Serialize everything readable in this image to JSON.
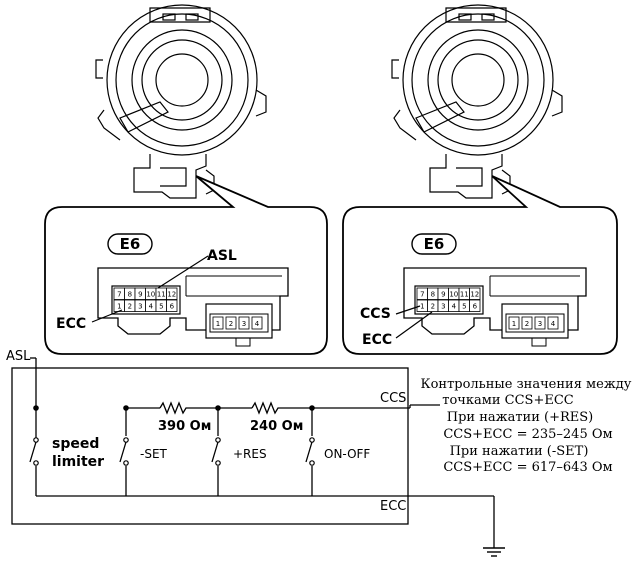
{
  "connector_labels": {
    "left": {
      "tag": "E6",
      "asl": "ASL",
      "ecc": "ECC"
    },
    "right": {
      "tag": "E6",
      "ccs": "CCS",
      "ecc": "ECC"
    }
  },
  "pins": {
    "top_row": [
      "7",
      "8",
      "9",
      "10",
      "11",
      "12"
    ],
    "bottom_row": [
      "1",
      "2",
      "3",
      "4",
      "5",
      "6"
    ],
    "aux": [
      "1",
      "2",
      "3",
      "4"
    ]
  },
  "circuit": {
    "asl": "ASL",
    "ccs": "CCS",
    "ecc": "ECC",
    "speed_limiter_line1": "speed",
    "speed_limiter_line2": "limiter",
    "r1": "390 Ом",
    "r2": "240 Ом",
    "set": "-SET",
    "res": "+RES",
    "onoff": "ON-OFF"
  },
  "notes": [
    "Контрольные значения между",
    "точками CCS+ECC",
    "При нажатии (+RES)",
    "CCS+ECC = 235–245 Ом",
    "При нажатии (-SET)",
    "CCS+ECC = 617–643 Ом"
  ]
}
